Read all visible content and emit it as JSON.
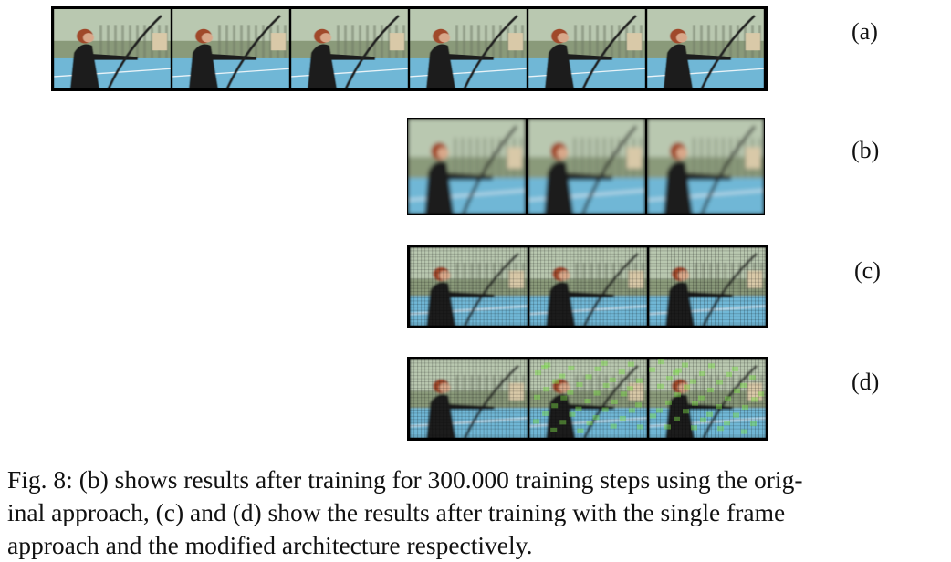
{
  "rows": [
    {
      "id": "a",
      "label": "(a)",
      "frames": 6
    },
    {
      "id": "b",
      "label": "(b)",
      "frames": 3
    },
    {
      "id": "c",
      "label": "(c)",
      "frames": 3
    },
    {
      "id": "d",
      "label": "(d)",
      "frames": 3
    }
  ],
  "caption": "Fig. 8: (b) shows results after training for 300.000 training steps using the orig-inal approach, (c) and (d) show the results after training with the single frame approach and the modified architecture respectively.",
  "caption_lines": [
    "Fig. 8: (b) shows results after training for 300.000 training steps using the orig-",
    "inal approach, (c) and (d) show the results after training with the single frame",
    "approach and the modified architecture respectively."
  ],
  "colors": {
    "wall": "#b9c8b0",
    "floor": "#6fb7d6",
    "hair": "#a0482a",
    "clothes": "#1d1d1d",
    "green_artifact": "#7fe04a"
  }
}
